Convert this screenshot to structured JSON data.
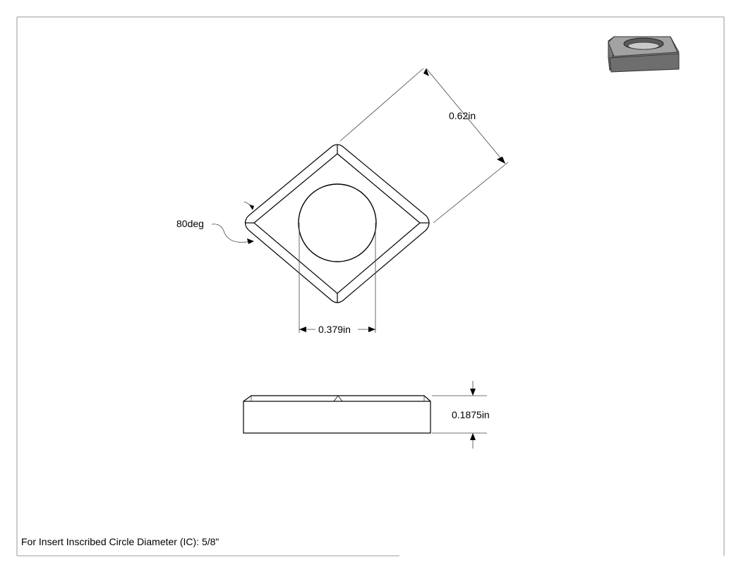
{
  "drawing": {
    "dimensions": {
      "width_across": "0.62in",
      "hole_diameter": "0.379in",
      "thickness": "0.1875in",
      "corner_angle": "80deg"
    },
    "note": "For Insert Inscribed Circle Diameter (IC): 5/8\""
  },
  "colors": {
    "line": "#000000",
    "thin_line": "#444444",
    "iso_top": "#9a9a9a",
    "iso_side": "#6e6e6e",
    "iso_hole": "#c9c9c9"
  }
}
